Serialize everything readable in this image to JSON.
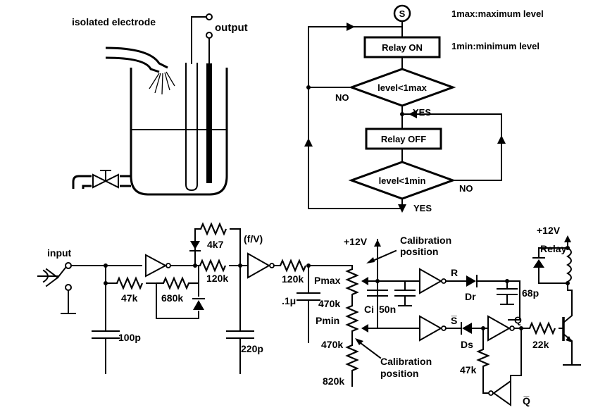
{
  "tank": {
    "title": "isolated electrode",
    "output": "output"
  },
  "flowchart": {
    "start": "S",
    "relay_on": "Relay ON",
    "decision_max": "level<1max",
    "no_1": "NO",
    "yes_1": "YES",
    "relay_off": "Relay OFF",
    "decision_min": "level<1min",
    "no_2": "NO",
    "yes_2": "YES",
    "legend_max": "1max:maximum level",
    "legend_min": "1min:minimum level"
  },
  "circuit": {
    "input": "input",
    "r_47k": "47k",
    "c_100p": "100p",
    "r_680k": "680k",
    "r_4k7": "4k7",
    "fv": "(f/V)",
    "r_120k_a": "120k",
    "c_220p": "220p",
    "r_120k_b": "120k",
    "v12_a": "+12V",
    "cal_top_1": "Calibration",
    "cal_top_2": "position",
    "pmax": "Pmax",
    "c_1u": ".1μ",
    "r_470k_a": "470k",
    "ci": "Ci",
    "c_50n": "50n",
    "pmin": "Pmin",
    "r_470k_b": "470k",
    "cal_bot_1": "Calibration",
    "cal_bot_2": "position",
    "r_820k": "820k",
    "r_label": "R",
    "dr": "Dr",
    "c_68p": "68p",
    "s_bar": "S̅",
    "ds": "Ds",
    "q": "Q",
    "q_bar": "Q̅",
    "r_47k_b": "47k",
    "r_22k": "22k",
    "v12_b": "+12V",
    "relay": "Relay"
  }
}
